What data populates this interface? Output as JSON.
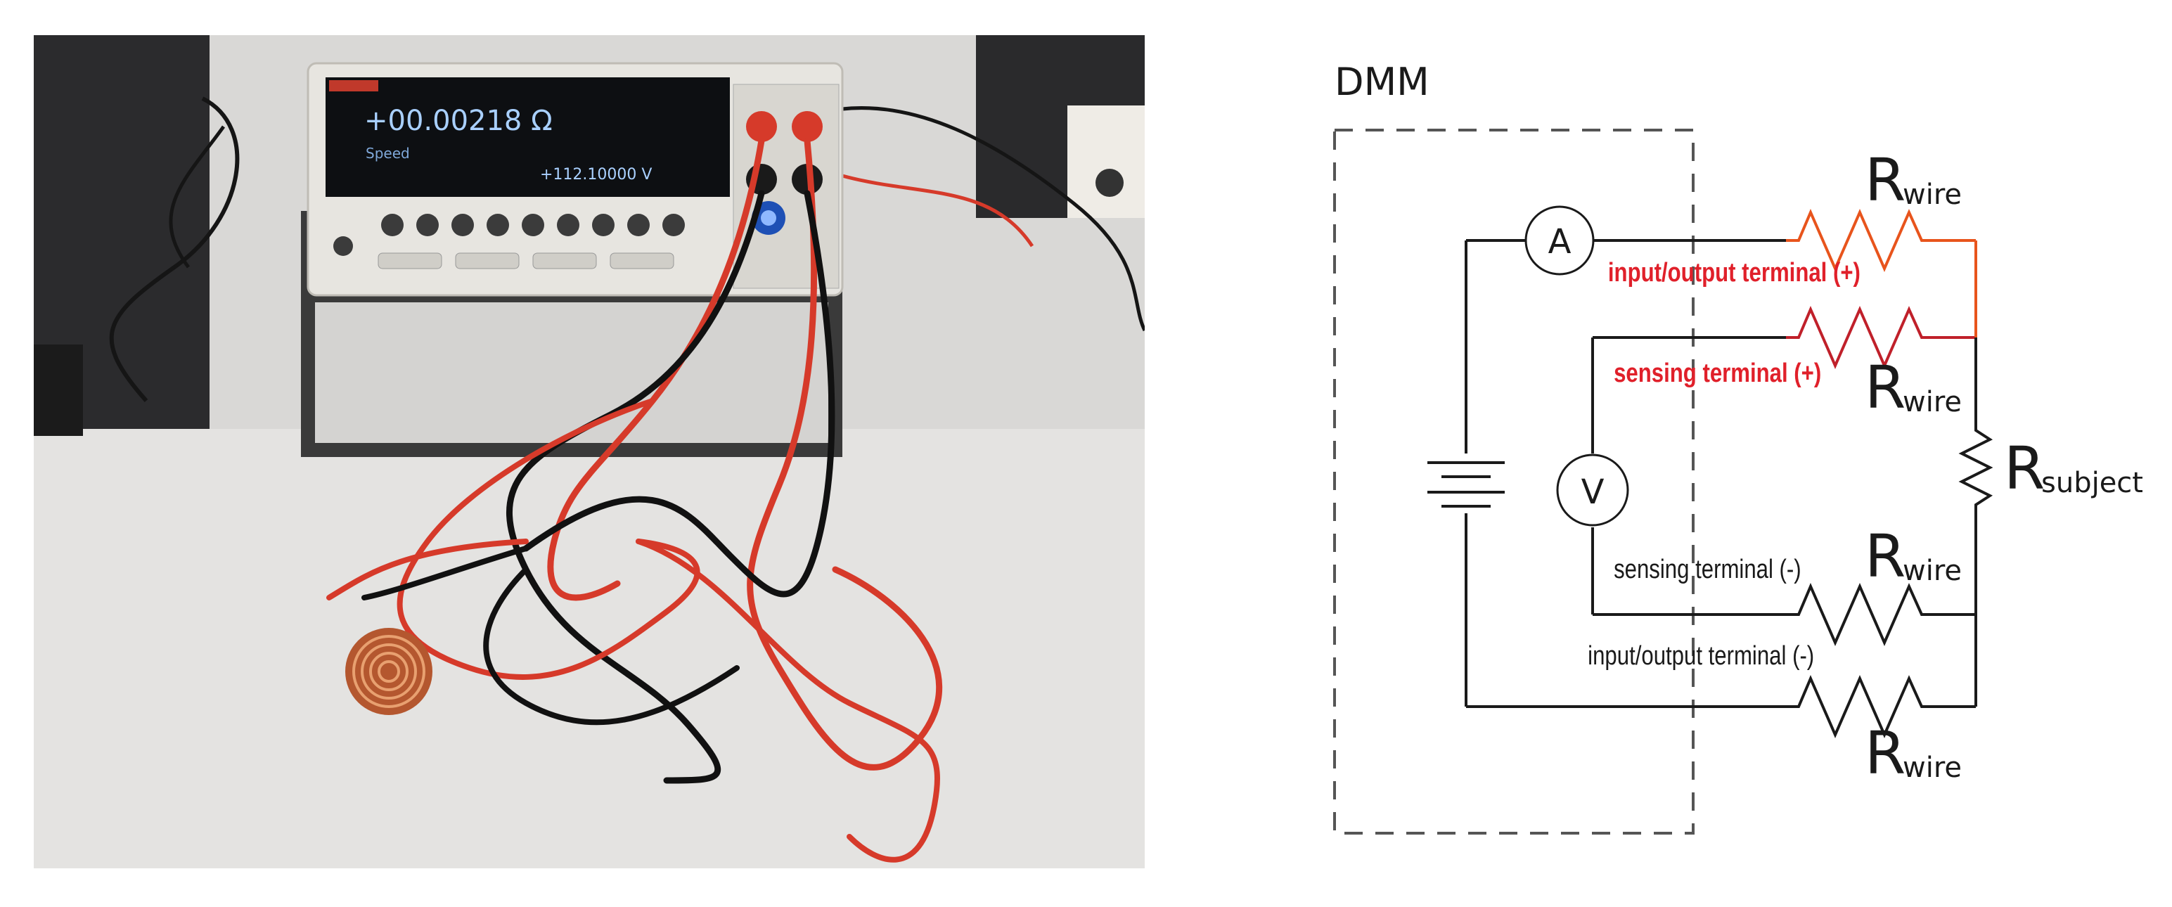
{
  "photo": {
    "display_main": "+00.00218 Ω",
    "display_sub_left": "Speed",
    "display_sub_right": "+112.10000 V",
    "colors": {
      "lead_red": "#d63a2a",
      "lead_black": "#1a1a1a",
      "table": "#dcdcda",
      "panel": "#e7e5e0"
    }
  },
  "circuit": {
    "title": "DMM",
    "ammeter_symbol": "A",
    "voltmeter_symbol": "V",
    "resistor_main": "R",
    "resistor_sub_wire": "wire",
    "resistor_sub_subject": "subject",
    "label_io_plus": "input/output terminal (+)",
    "label_sense_plus": "sensing terminal (+)",
    "label_sense_minus": "sensing terminal (-)",
    "label_io_minus": "input/output terminal (-)",
    "colors": {
      "plus_label": "#e0202a",
      "wire_top": "#e8541c",
      "wire_sense": "#c0202a",
      "ink": "#1a1a1a",
      "box": "#555555"
    }
  }
}
